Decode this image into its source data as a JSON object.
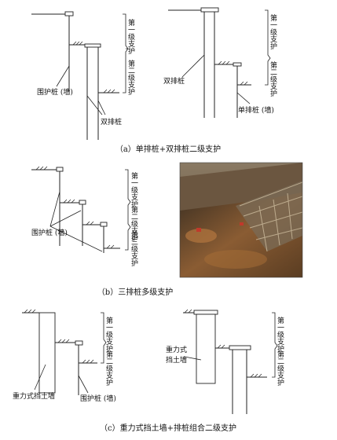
{
  "panel_a": {
    "caption": "（a）单排桩+双排桩二级支护",
    "left": {
      "label_wall": "围护桩 (墙)",
      "label_double": "双排桩",
      "brace_stage1": "第一级支护",
      "brace_stage2": "第二级支护"
    },
    "right": {
      "label_double": "双排桩",
      "label_single": "单排桩 (墙)",
      "brace_stage1": "第一级支护",
      "brace_stage2": "第二级支护"
    }
  },
  "panel_b": {
    "caption": "（b）三排桩多级支护",
    "label_wall": "围护桩 (墙)",
    "brace_stage1": "第一级支护",
    "brace_stage2": "第二级支护",
    "brace_stage3": "第三级支护"
  },
  "panel_c": {
    "caption": "（c）重力式挡土墙+排桩组合二级支护",
    "left": {
      "label_gravity": "重力式挡土墙",
      "label_wall": "围护桩 (墙)",
      "brace_stage1": "第一级支护",
      "brace_stage2": "第二级支护"
    },
    "right": {
      "label_gravity_line1": "重力式",
      "label_gravity_line2": "挡土墙",
      "brace_stage1": "第一级支护",
      "brace_stage2": "第二级支护"
    }
  }
}
